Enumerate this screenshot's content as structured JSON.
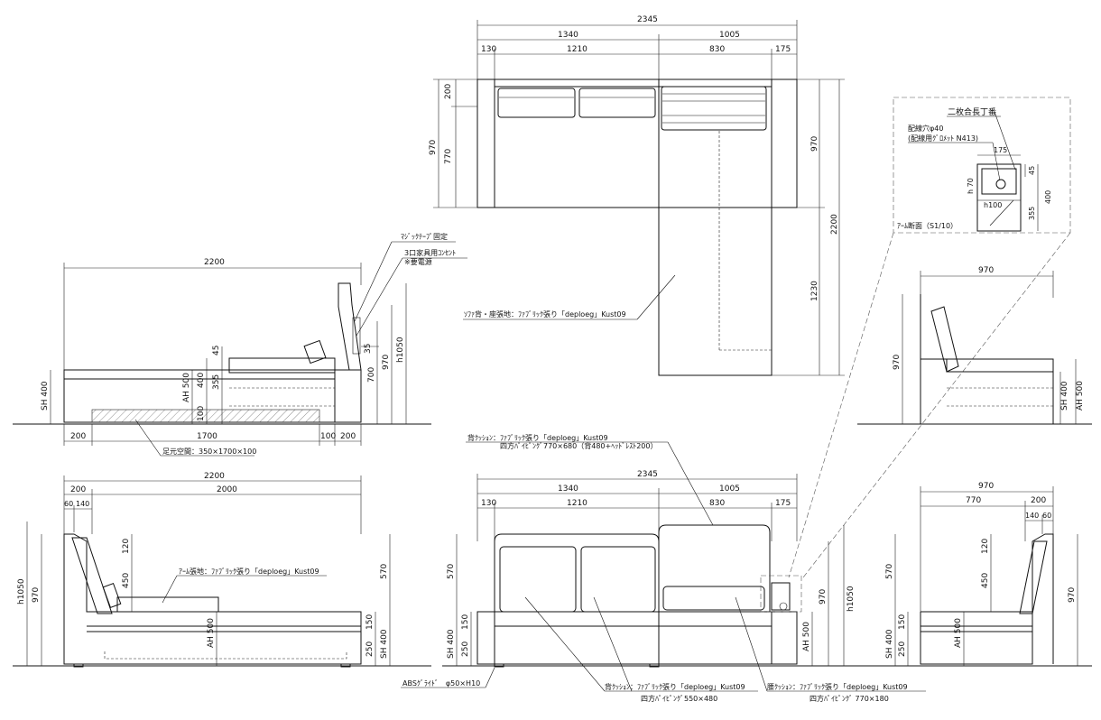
{
  "top_plan": {
    "dims_top": [
      "2345",
      "1340",
      "1005",
      "130",
      "1210",
      "830",
      "175"
    ],
    "dims_side": [
      "200",
      "970",
      "770",
      "970",
      "2200",
      "1230"
    ],
    "fabric_note": "ｿﾌｧ背・座張地：ﾌｧﾌﾞﾘｯｸ張り「deploeg」Kust09"
  },
  "left_side": {
    "overall": "2200",
    "notes": [
      "ﾏｼﾞｯｸﾃｰﾌﾟ固定",
      "3口家具用ｺﾝｾﾝﾄ",
      "※要電源"
    ],
    "dims": [
      "45",
      "35",
      "h1050",
      "970",
      "700",
      "AH 500",
      "400",
      "355",
      "SH 400",
      "100",
      "200",
      "1700",
      "100",
      "200"
    ],
    "footspace": "足元空間：350×1700×100"
  },
  "arm_section": {
    "title": "二枚合長丁番",
    "hole": "配線穴φ40",
    "hole_sub": "(配線用ｸﾞﾛﾒｯﾄ N413)",
    "dims": [
      "175",
      "45",
      "h 70",
      "400",
      "h100",
      "355"
    ],
    "label": "ｱｰﾑ断面（S1/10）"
  },
  "right_side_top": {
    "width": "970",
    "dims": [
      "970",
      "SH 400",
      "AH 500"
    ]
  },
  "left_side_bottom": {
    "overall": "2200",
    "dims": [
      "200",
      "2000",
      "60",
      "140",
      "120",
      "450",
      "h1050",
      "970",
      "570",
      "150",
      "250",
      "SH 400",
      "AH 500"
    ],
    "arm_note": "ｱｰﾑ張地：ﾌｧﾌﾞﾘｯｸ張り「deploeg」Kust09"
  },
  "front": {
    "back_note_1": "背ｸｯｼｮﾝ：ﾌｧﾌﾞﾘｯｸ張り「deploeg」Kust09",
    "back_note_2": "四方ﾊﾟｲﾋﾟﾝｸﾞ770×680（背480+ﾍｯﾄﾞﾚｽﾄ200）",
    "dims_top": [
      "2345",
      "1340",
      "1005",
      "130",
      "1210",
      "830",
      "175"
    ],
    "dims_side": [
      "570",
      "150",
      "SH 400",
      "250",
      "h1050",
      "970",
      "AH 500"
    ],
    "glide": "ABSｸﾞﾗｲﾄﾞ　φ50×H10",
    "back_cushion_1": "背ｸｯｼｮﾝ：ﾌｧﾌﾞﾘｯｸ張り「deploeg」Kust09",
    "back_cushion_2": "四方ﾊﾟｲﾋﾟﾝｸﾞ550×480",
    "waist_cushion_1": "腰ｸｯｼｮﾝ：ﾌｧﾌﾞﾘｯｸ張り「deploeg」Kust09",
    "waist_cushion_2": "四方ﾊﾟｲﾋﾟﾝｸﾞ 770×180"
  },
  "right_side_bottom": {
    "dims": [
      "970",
      "770",
      "200",
      "140",
      "60",
      "120",
      "450",
      "570",
      "150",
      "SH 400",
      "250",
      "AH 500",
      "970"
    ]
  }
}
